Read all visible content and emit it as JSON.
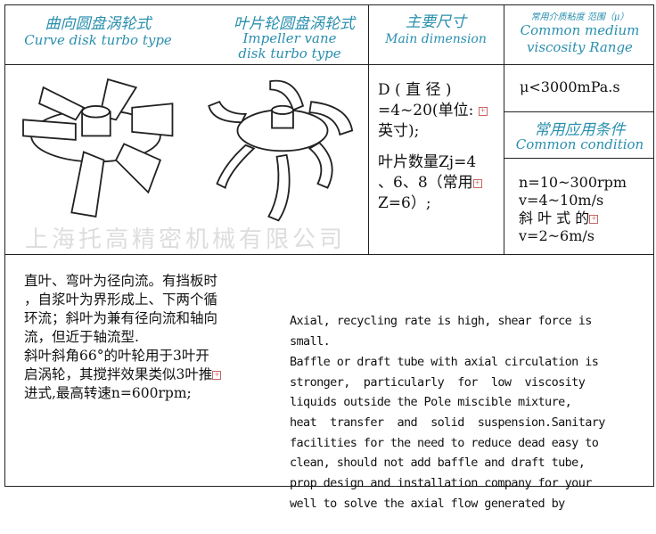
{
  "header": {
    "col1_cn": "曲向圆盘涡轮式",
    "col1_en": "Curve disk turbo type",
    "col2_cn": "叶片轮圆盘涡轮式",
    "col2_en1": "Impeller vane",
    "col2_en2": "disk turbo type",
    "col3_cn": "主要尺寸",
    "col3_en": "Main dimension",
    "col4_cn": "常用介质粘度 范围（μ）",
    "col4_en1": "Common medium",
    "col4_en2": "viscosity Range"
  },
  "dimension": {
    "line1": "D ( 直 径 )",
    "line2": "=4~20(单位:",
    "line3": "英寸);",
    "line4": "叶片数量Zj=4",
    "line5": "、6、8（常用",
    "line6": "Z=6）;"
  },
  "viscosity": "μ<3000mPa.s",
  "condition": {
    "cn": "常用应用条件",
    "en": "Common condition",
    "lines": [
      "n=10~300rpm",
      "v=4~10m/s",
      "斜 叶 式 的",
      "v=2~6m/s"
    ]
  },
  "watermark": "上海托高精密机械有限公司",
  "desc_cn": [
    "直叶、弯叶为径向流。有挡板时",
    "，自浆叶为界形成上、下两个循",
    "环流；斜叶为兼有径向流和轴向",
    "流，但近于轴流型.",
    "斜叶斜角66°的叶轮用于3叶开",
    "启涡轮，其搅拌效果类似3叶推",
    "进式,最高转速n=600rpm;"
  ],
  "desc_en": [
    "Axial, recycling rate is high, shear force is",
    "small.",
    "Baffle or draft tube with axial circulation is",
    "stronger,  particularly  for  low  viscosity",
    "liquids outside the Pole miscible mixture,",
    "heat  transfer  and  solid  suspension.Sanitary",
    "facilities for the need to reduce dead easy to",
    "clean, should not add baffle and draft tube,",
    "prop design and installation company for your",
    "well to solve the axial flow generated by"
  ]
}
